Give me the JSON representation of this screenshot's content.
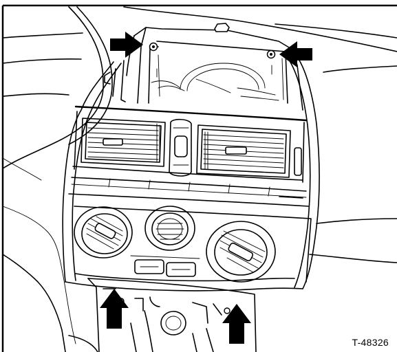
{
  "figure": {
    "code": "T-48326",
    "colors": {
      "line": "#000000",
      "background": "#ffffff",
      "arrow": "#000000"
    },
    "callouts": [
      {
        "name": "arrow-top-left",
        "points": "right"
      },
      {
        "name": "arrow-top-right",
        "points": "left"
      },
      {
        "name": "arrow-bottom-left",
        "points": "up"
      },
      {
        "name": "arrow-bottom-right",
        "points": "up"
      }
    ]
  }
}
